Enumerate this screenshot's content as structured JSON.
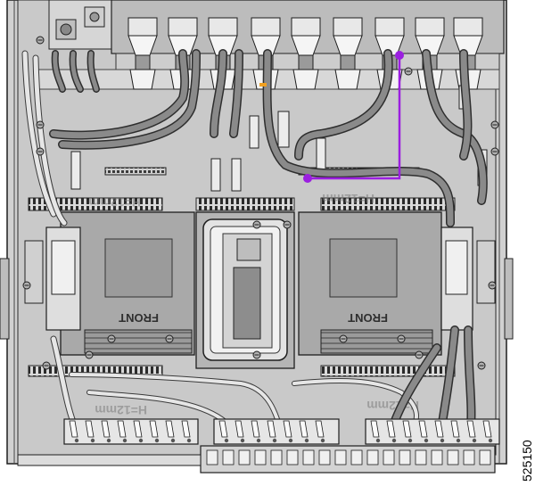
{
  "figure": {
    "id": "525150",
    "front_label": "FRONT",
    "mm_label": "H=12mm",
    "colors": {
      "highlight": "#9b1fe0",
      "board": "#cfcfcf",
      "board_dark": "#bdbdbd",
      "heatsink": "#8f8f8f",
      "cable": "#8a8a8a",
      "cable_light": "#e6e6e6",
      "outline": "#1e1e1e"
    },
    "icons": {
      "cable_connector": "cable-connector-icon",
      "screw": "screw-icon"
    }
  }
}
